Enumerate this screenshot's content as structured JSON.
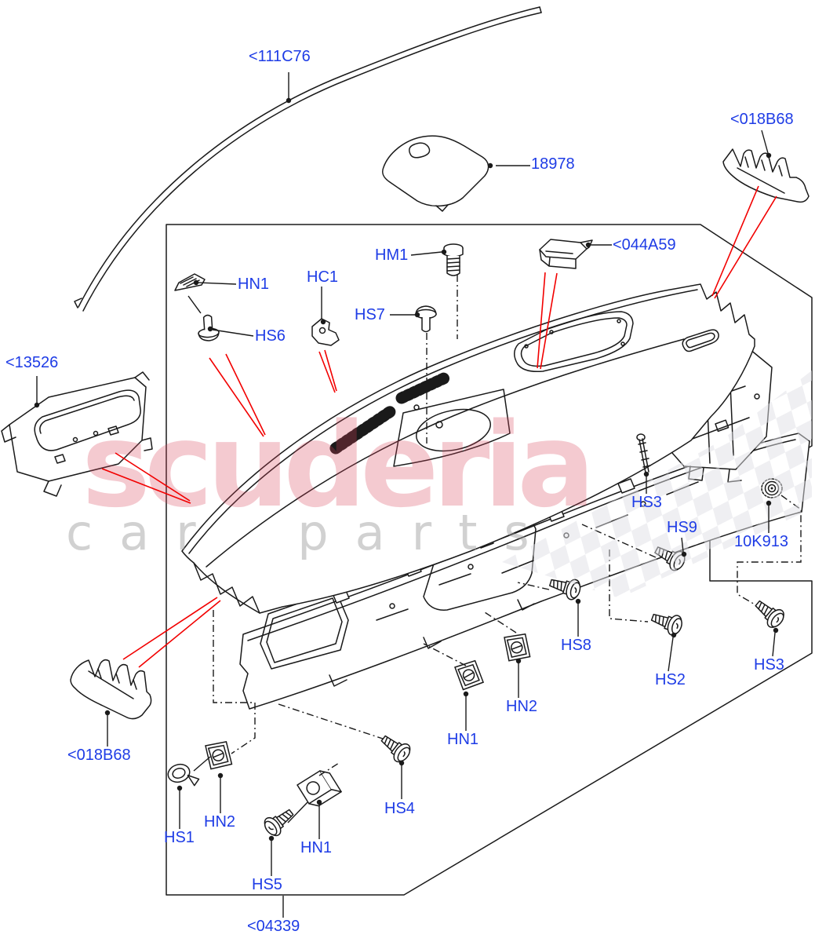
{
  "diagram": {
    "description": "Exploded parts diagram - instrument panel (dashboard) external components",
    "watermark": {
      "brand": "scuderia",
      "subtitle": "car parts"
    },
    "colors": {
      "label_blue": "#1e3ce6",
      "line_black": "#1a1a1a",
      "leader_red": "#f20000",
      "watermark_pink": "#d8435a",
      "watermark_gray": "#9a9a9a",
      "checker_gray": "#dfdfe4"
    },
    "labels": [
      {
        "id": "trim-111C76",
        "text": "<111C76"
      },
      {
        "id": "cover-18978",
        "text": "18978"
      },
      {
        "id": "bracket-018B68-tr",
        "text": "<018B68"
      },
      {
        "id": "module-044A59",
        "text": "<044A59"
      },
      {
        "id": "bolt-HM1",
        "text": "HM1"
      },
      {
        "id": "clip-HC1",
        "text": "HC1"
      },
      {
        "id": "nut-HN1-top",
        "text": "HN1"
      },
      {
        "id": "screw-HS7",
        "text": "HS7"
      },
      {
        "id": "screw-HS6",
        "text": "HS6"
      },
      {
        "id": "airbag-13526",
        "text": "<13526"
      },
      {
        "id": "screw-HS3-a",
        "text": "HS3"
      },
      {
        "id": "screw-HS9",
        "text": "HS9"
      },
      {
        "id": "grommet-10K913",
        "text": "10K913"
      },
      {
        "id": "screw-HS8",
        "text": "HS8"
      },
      {
        "id": "screw-HS2",
        "text": "HS2"
      },
      {
        "id": "screw-HS3-b",
        "text": "HS3"
      },
      {
        "id": "nut-HN2-mid",
        "text": "HN2"
      },
      {
        "id": "nut-HN1-mid",
        "text": "HN1"
      },
      {
        "id": "bracket-018B68-bl",
        "text": "<018B68"
      },
      {
        "id": "nut-HN2-bot",
        "text": "HN2"
      },
      {
        "id": "screw-HS1",
        "text": "HS1"
      },
      {
        "id": "nut-HN1-bot",
        "text": "HN1"
      },
      {
        "id": "screw-HS4",
        "text": "HS4"
      },
      {
        "id": "screw-HS5",
        "text": "HS5"
      },
      {
        "id": "assembly-04339",
        "text": "<04339"
      }
    ]
  }
}
